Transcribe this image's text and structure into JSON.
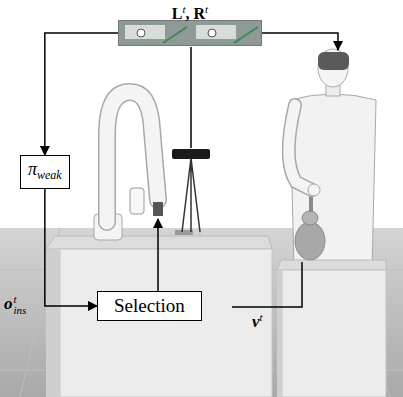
{
  "diagram": {
    "nodes": [
      {
        "text": [
          "L",
          "t",
          ",",
          "R",
          "t"
        ]
      },
      {
        "text": [
          "π",
          "weak"
        ]
      },
      {
        "text": [
          "Selection"
        ]
      }
    ],
    "edges": [
      {
        "from": 0,
        "to": 1,
        "arrow": "to"
      },
      {
        "from": 1,
        "to": 2,
        "arrow": "to"
      }
    ],
    "labels": [
      "o",
      "t",
      "ins",
      "v",
      "t"
    ]
  }
}
